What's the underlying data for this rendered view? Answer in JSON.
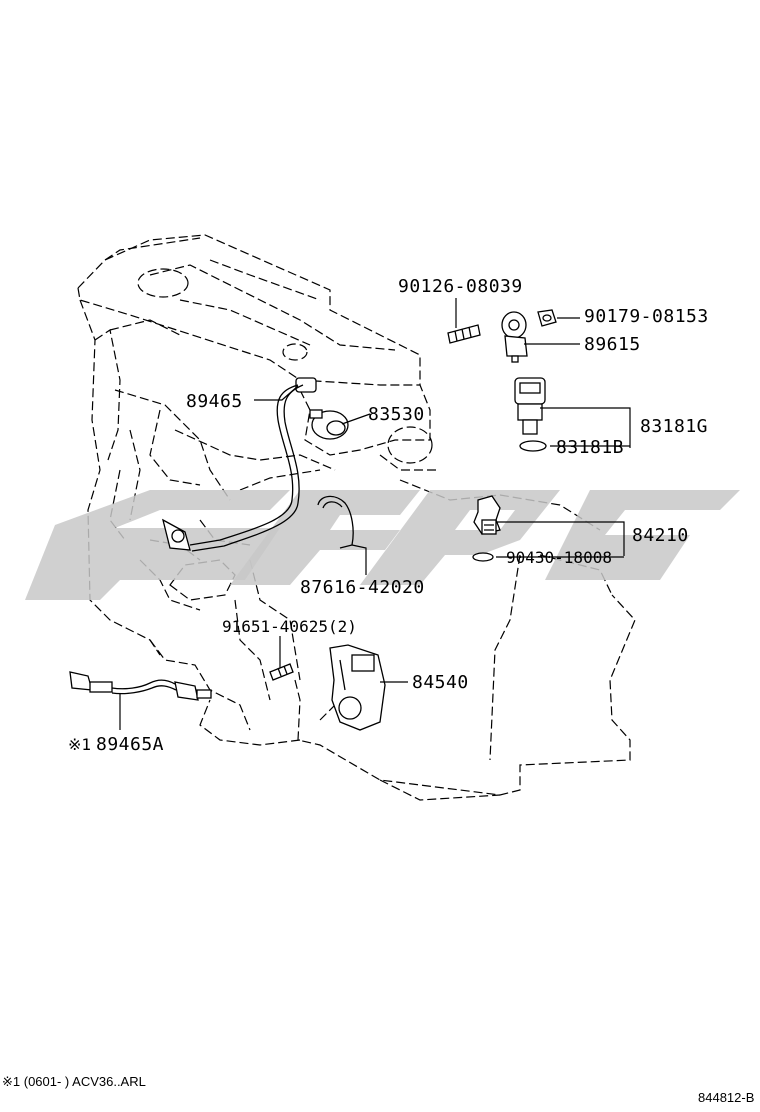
{
  "callouts": {
    "c90126": "90126-08039",
    "c90179": "90179-08153",
    "c89615": "89615",
    "c89465": "89465",
    "c83530": "83530",
    "c83181g": "83181G",
    "c83181b": "83181B",
    "c84210": "84210",
    "c90430": "90430-18008",
    "c87616": "87616-42020",
    "c91651": "91651-40625(2)",
    "c84540": "84540",
    "c89465a_mark": "※1",
    "c89465a": "89465A"
  },
  "footnote": {
    "note": "※1 (0601-     ) ACV36..ARL",
    "code": "844812-B"
  },
  "icons": {
    "watermark": "watermark-logo",
    "engine": "engine-block-outline"
  },
  "colors": {
    "line": "#000000",
    "watermark": "#c8c8c8",
    "background": "#ffffff"
  }
}
